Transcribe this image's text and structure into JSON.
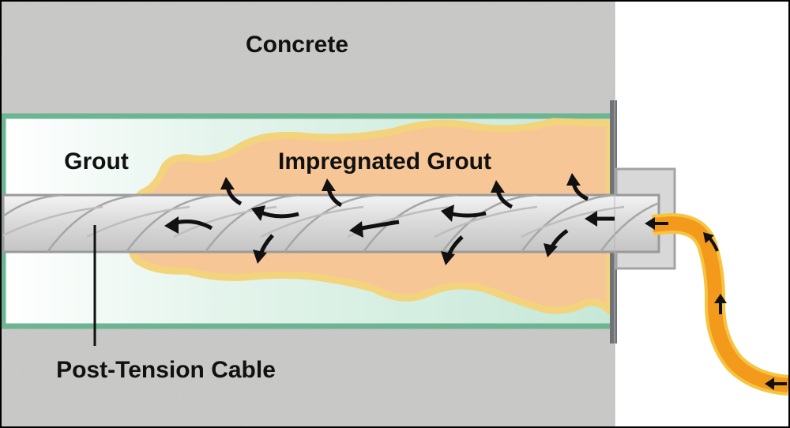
{
  "labels": {
    "concrete": "Concrete",
    "grout": "Grout",
    "impregnated_grout": "Impregnated Grout",
    "cable": "Post-Tension Cable"
  },
  "colors": {
    "concrete": "#c9c9c7",
    "duct_border": "#6db592",
    "duct_fill": "#d4efe2",
    "impregnated_fill": "#f7c697",
    "impregnated_edge": "#f3d47d",
    "resin": "#f39a1d",
    "resin_edge": "#f5c542",
    "cable": "#dedede",
    "cable_stroke": "#9a9a9a",
    "plate": "#6f7378",
    "arrow": "#111111",
    "border": "#000000"
  },
  "icons": [
    "flow-arrow-icon"
  ]
}
